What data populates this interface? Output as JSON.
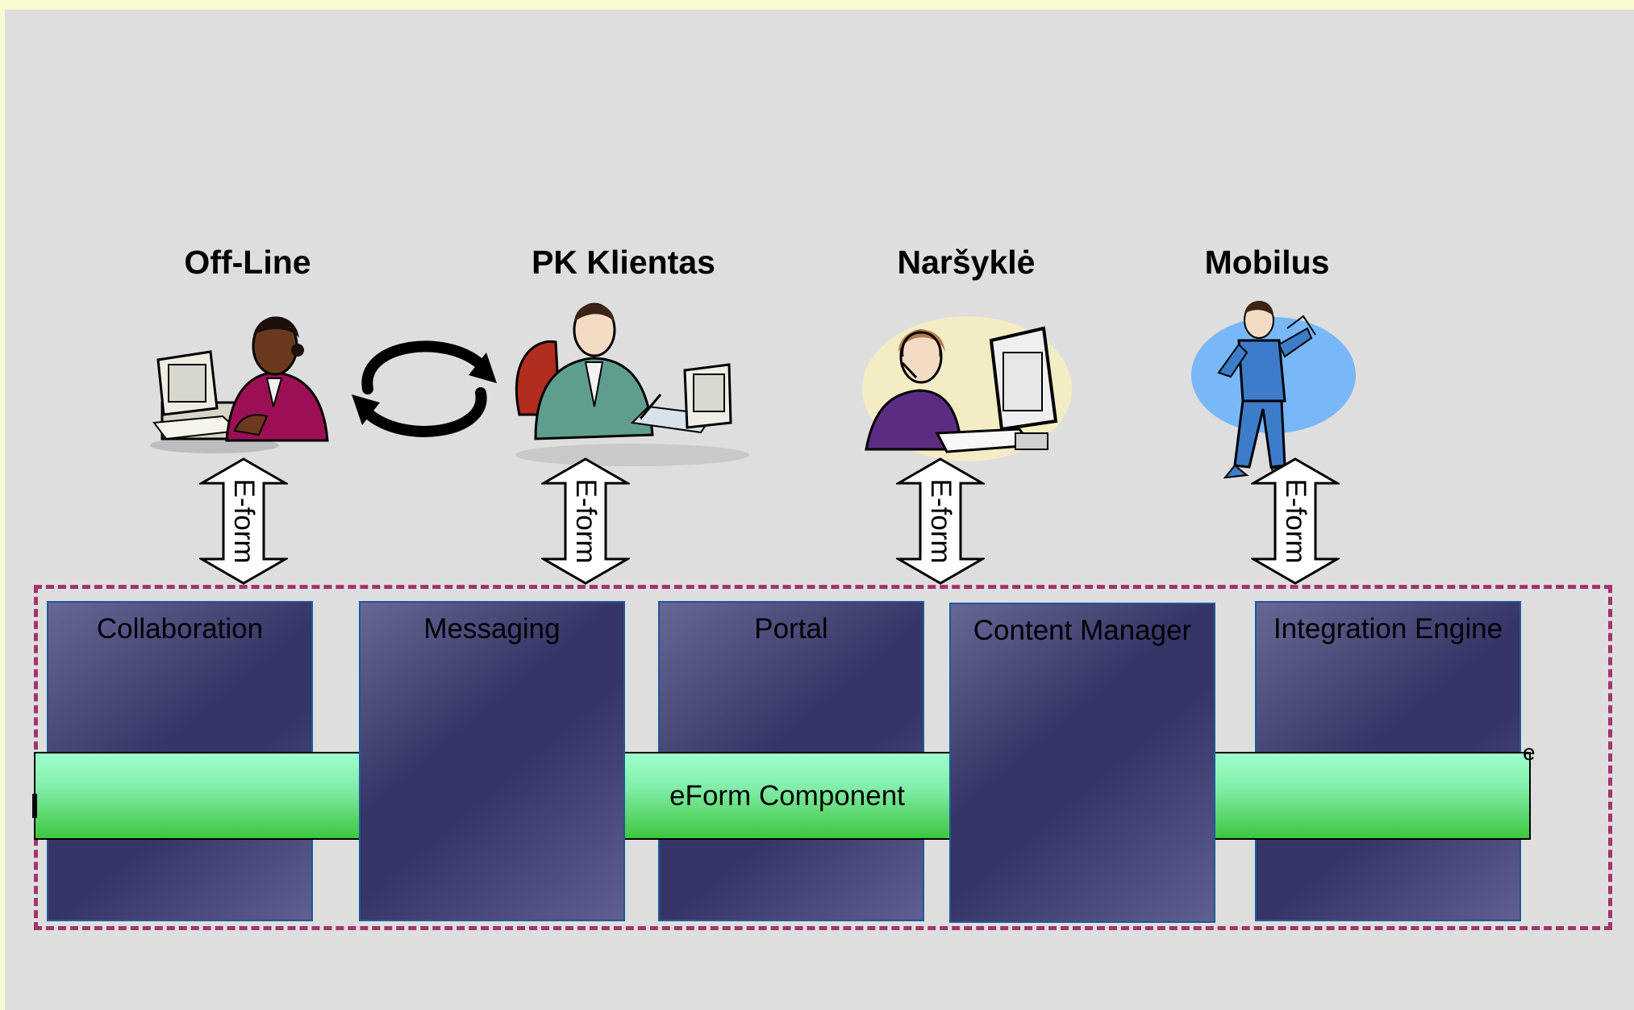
{
  "clients": [
    {
      "title": "Off-Line",
      "icon": "woman-at-computer-icon"
    },
    {
      "title": "PK Klientas",
      "icon": "man-at-desk-computer-icon"
    },
    {
      "title": "Naršyklė",
      "icon": "operator-with-headset-icon"
    },
    {
      "title": "Mobilus",
      "icon": "mobile-worker-icon"
    }
  ],
  "sync_icon": "sync-cycle-icon",
  "arrows": [
    {
      "label": "E-form"
    },
    {
      "label": "E-form"
    },
    {
      "label": "E-form"
    },
    {
      "label": "E-form"
    }
  ],
  "modules": [
    {
      "label": "Collaboration"
    },
    {
      "label": "Messaging"
    },
    {
      "label": "Portal"
    },
    {
      "label": "Content Manager"
    },
    {
      "label": "Integration Engine"
    }
  ],
  "eform_component": {
    "label": "eForm Component"
  },
  "stray_char": "e",
  "colors": {
    "background": "#dedede",
    "outer_background": "#fafad2",
    "dashed_border": "#a2346e",
    "module_fill": "#353567",
    "bar_fill": "#82eeaa"
  }
}
